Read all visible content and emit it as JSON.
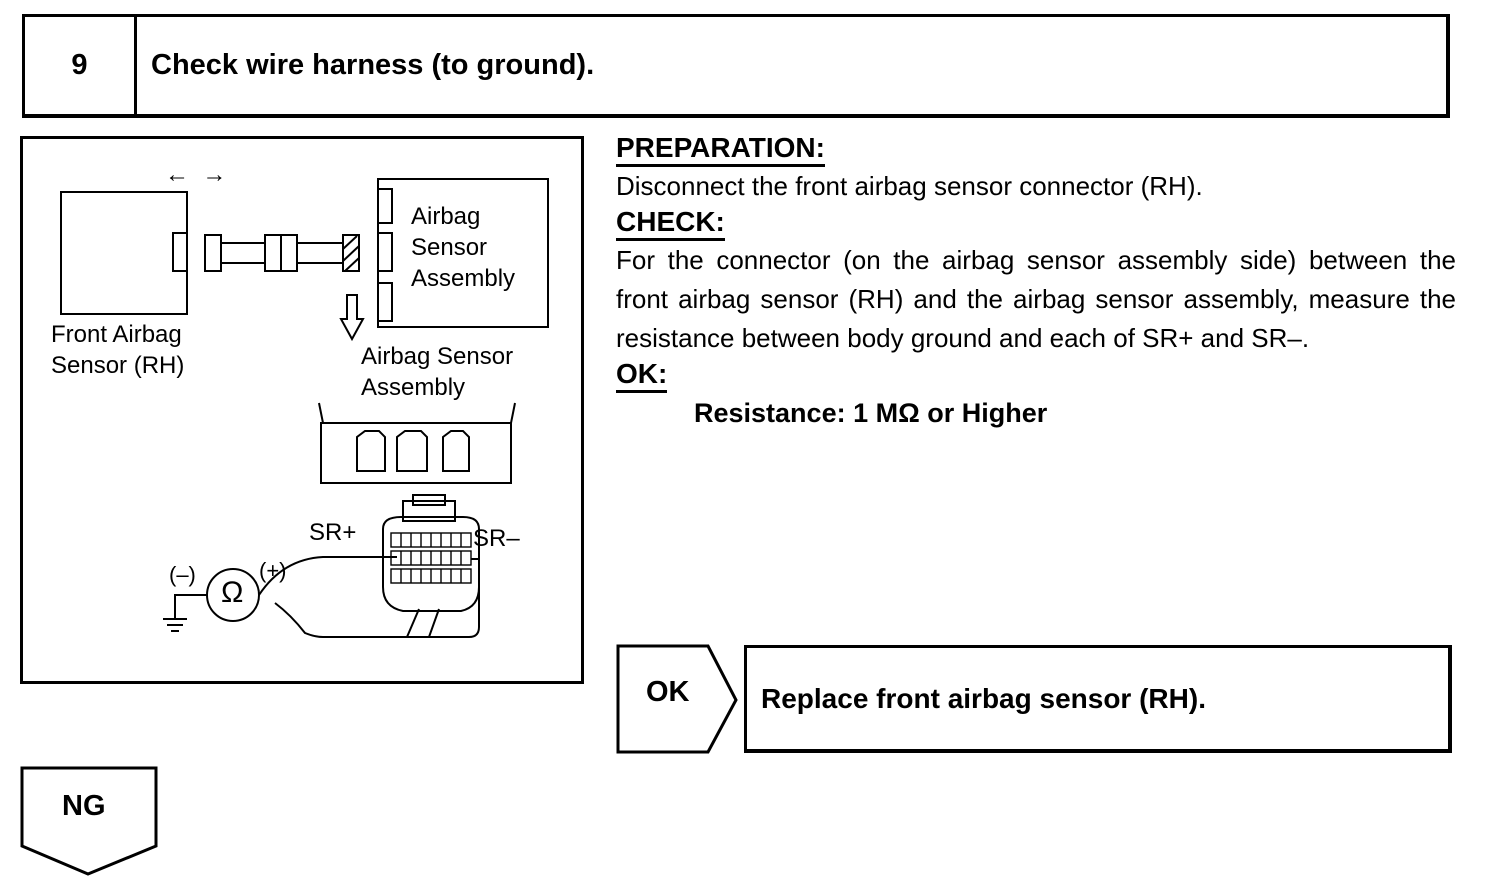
{
  "step": {
    "number": "9",
    "title": "Check wire harness (to ground)."
  },
  "figure": {
    "label_front_sensor": "Front Airbag\nSensor (RH)",
    "label_assembly_top": "Airbag\nSensor\nAssembly",
    "label_assembly_bottom": "Airbag Sensor\nAssembly",
    "label_sr_plus": "SR+",
    "label_sr_minus": "SR–",
    "label_meter_minus": "(–)",
    "label_meter_plus": "(+)",
    "meter_symbol": "Ω",
    "arrows": "←  →"
  },
  "instructions": {
    "preparation_heading": "PREPARATION:",
    "preparation_text": "Disconnect the front airbag sensor connector (RH).",
    "check_heading": "CHECK:",
    "check_text": "For the connector (on the airbag sensor assembly side) between the front airbag sensor (RH) and the airbag sensor assembly, measure the resistance between body ground and each of SR+ and SR–.",
    "ok_heading": "OK:",
    "ok_spec": "Resistance: 1 MΩ or Higher"
  },
  "results": {
    "ok_label": "OK",
    "ok_action": "Replace front airbag sensor (RH).",
    "ng_label": "NG"
  }
}
